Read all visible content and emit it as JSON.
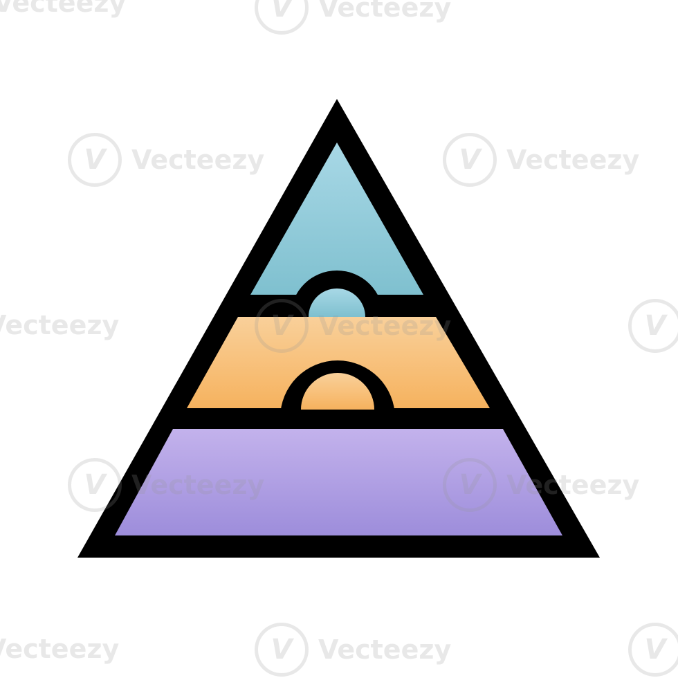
{
  "image": {
    "subject": "layered-pyramid-icon",
    "watermark_text": "Vecteezy",
    "watermark_logo_glyph": "V"
  },
  "colors": {
    "background": "#ffffff",
    "outline": "#000000",
    "tier_top_light": "#a8d8e6",
    "tier_top_dark": "#7fc0cf",
    "tier_middle_light": "#f9d09a",
    "tier_middle_dark": "#f6b25e",
    "tier_bottom_light": "#c3b2ec",
    "tier_bottom_dark": "#9d8ddb",
    "watermark": "rgba(150,150,150,0.22)"
  },
  "tiers": [
    {
      "name": "top",
      "icon": "semicircle-arch-icon"
    },
    {
      "name": "middle",
      "icon": "semicircle-arch-icon"
    },
    {
      "name": "bottom"
    }
  ]
}
